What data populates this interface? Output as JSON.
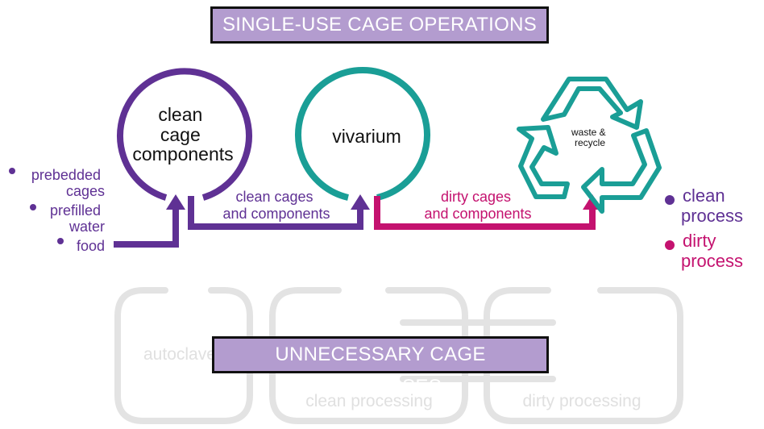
{
  "title": "SINGLE-USE CAGE OPERATIONS",
  "bottom_title": "UNNECESSARY CAGE PROCESSES",
  "colors": {
    "clean": "#5f3194",
    "teal": "#1a9e96",
    "dirty": "#c4126f",
    "banner": "#b39ccf",
    "ghost": "#e3e3e3"
  },
  "nodes": {
    "clean_components": [
      "clean",
      "cage",
      "components"
    ],
    "vivarium": "vivarium",
    "waste": [
      "waste &",
      "recycle"
    ]
  },
  "inputs": {
    "prebedded": [
      "prebedded",
      "cages"
    ],
    "prefilled": [
      "prefilled",
      "water"
    ],
    "food": "food"
  },
  "flows": {
    "clean": [
      "clean cages",
      "and components"
    ],
    "dirty": [
      "dirty cages",
      "and components"
    ]
  },
  "legend": {
    "clean": [
      "clean",
      "process"
    ],
    "dirty": [
      "dirty",
      "process"
    ]
  },
  "ghost_processes": {
    "autoclave": "autoclave",
    "clean_processing": "clean processing",
    "dirty_processing": "dirty processing"
  }
}
